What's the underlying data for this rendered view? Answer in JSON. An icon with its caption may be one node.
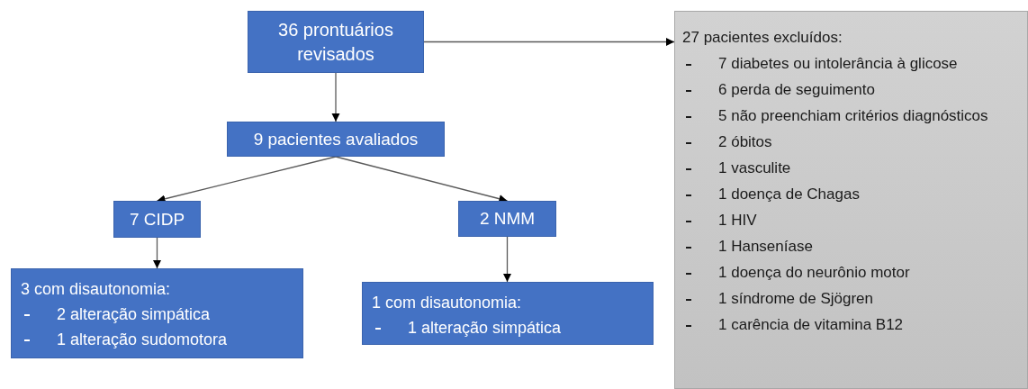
{
  "diagram": {
    "nodes": [
      {
        "text": [
          "36 prontuários revisados"
        ]
      },
      {
        "text": [
          "27 pacientes excluídos:",
          "7 diabetes ou intolerância à glicose",
          "6 perda de seguimento",
          "5 não preenchiam critérios diagnósticos",
          "2 óbitos",
          "1 vasculite",
          "1 doença de Chagas",
          "1 HIV",
          "1 Hanseníase",
          "1 doença do neurônio motor",
          "1 síndrome de Sjögren",
          "1 carência de vitamina B12"
        ]
      },
      {
        "text": [
          "9 pacientes avaliados"
        ]
      },
      {
        "text": [
          "7 CIDP"
        ]
      },
      {
        "text": [
          "2 NMM"
        ]
      },
      {
        "text": [
          "3 com disautonomia:",
          "2 alteração simpática",
          "1 alteração sudomotora"
        ]
      },
      {
        "text": [
          "1 com disautonomia:",
          "1 alteração simpática"
        ]
      }
    ],
    "edges": [
      {
        "from": 0,
        "to": 1,
        "arrow": "to"
      },
      {
        "from": 0,
        "to": 2,
        "arrow": "to"
      },
      {
        "from": 2,
        "to": 3,
        "arrow": "to"
      },
      {
        "from": 2,
        "to": 4,
        "arrow": "to"
      },
      {
        "from": 3,
        "to": 5,
        "arrow": "to"
      },
      {
        "from": 4,
        "to": 6,
        "arrow": "to"
      }
    ]
  }
}
